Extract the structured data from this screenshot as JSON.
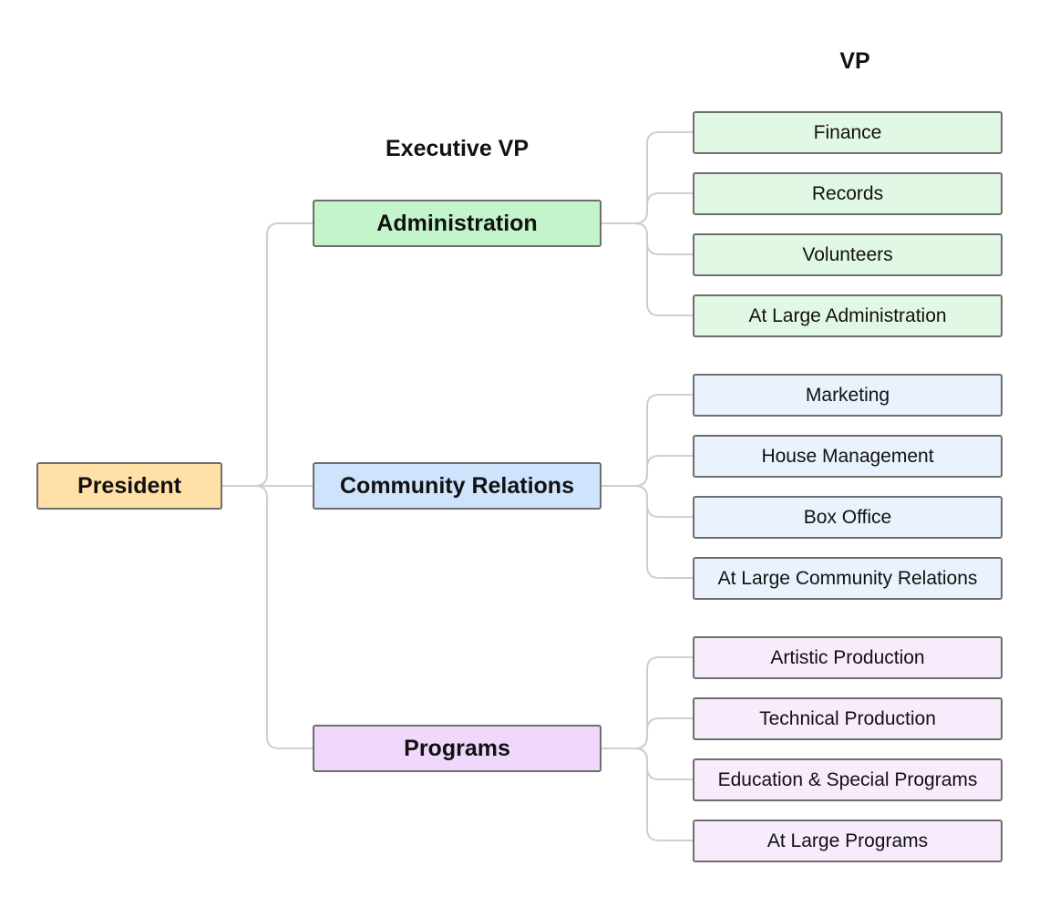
{
  "headings": {
    "executive_vp": "Executive VP",
    "vp": "VP"
  },
  "colors": {
    "president": "#ffe0a6",
    "admin_exec": "#c3f4cc",
    "admin_vp": "#e1f8e4",
    "community_exec": "#cfe3fd",
    "community_vp": "#eaf3fd",
    "programs_exec": "#efd8fb",
    "programs_vp": "#f8ecfc",
    "border": "#6e6e6e",
    "connector": "#cfcfcf"
  },
  "president": {
    "label": "President"
  },
  "groups": [
    {
      "label": "Administration",
      "children": [
        "Finance",
        "Records",
        "Volunteers",
        "At Large Administration"
      ]
    },
    {
      "label": "Community Relations",
      "children": [
        "Marketing",
        "House Management",
        "Box Office",
        "At Large Community Relations"
      ]
    },
    {
      "label": "Programs",
      "children": [
        "Artistic Production",
        "Technical Production",
        "Education & Special Programs",
        "At Large Programs"
      ]
    }
  ]
}
